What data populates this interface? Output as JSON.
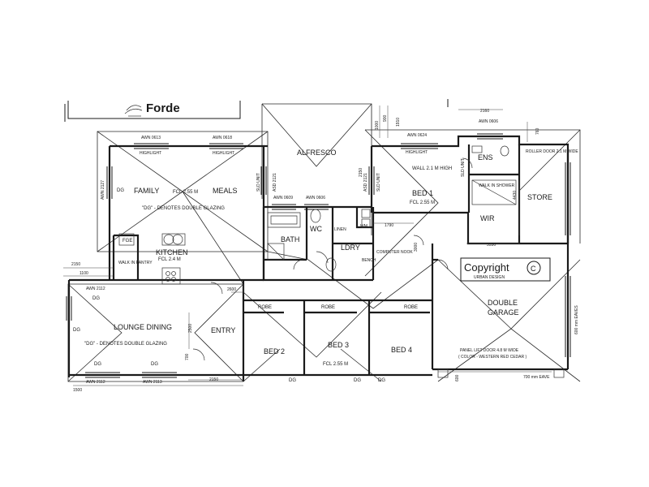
{
  "brand": {
    "name": "Forde"
  },
  "copyright": {
    "text": "Copyright",
    "symbol": "C",
    "studio": "URBAN DESIGN"
  },
  "rooms": {
    "alfresco": "ALFRESCO",
    "family": "FAMILY",
    "meals": "MEALS",
    "family_fcl": "FCL 2.55 M",
    "dg_note_top": "\"DG\" - DENOTES DOUBLE GLAZING",
    "kitchen": "KITCHEN",
    "kitchen_fcl": "FCL 2.4 M",
    "fge": "FGE",
    "walk_in_pantry": "WALK IN PANTRY",
    "bath": "BATH",
    "wc": "WC",
    "linen": "LINEN",
    "ldry": "LDRY",
    "wm": "WM",
    "bench": "BENCH",
    "computer_nook": "COMPUTER NOOK",
    "bed1": "BED 1",
    "bed1_fcl": "FCL 2.55 M",
    "bed1_wall": "WALL 2.1 M HIGH",
    "ens": "ENS",
    "walk_in_shower": "WALK IN SHOWER",
    "wir": "WIR",
    "store": "STORE",
    "roller_door": "ROLLER DOOR 2.1 M WIDE",
    "lounge_dining": "LOUNGE   DINING",
    "dg_note_bottom": "\"DG\" - DENOTES DOUBLE GLAZING",
    "entry": "ENTRY",
    "bed2": "BED 2",
    "bed3": "BED 3",
    "bed3_fcl": "FCL 2.55 M",
    "bed4": "BED 4",
    "robe1": "ROBE",
    "robe2": "ROBE",
    "robe3": "ROBE",
    "double": "DOUBLE",
    "garage": "GARAGE",
    "panel_lift": "PANEL LIFT DOOR 4.8 M WIDE",
    "cedar": "( COLOR - WESTERN RED CEDAR )",
    "eave_note": "700 mm EAVE",
    "eaves_side": "600 mm EAVES"
  },
  "labels": {
    "awn0613": "AWN 0613",
    "awn0618": "AWN 0618",
    "highlight1": "HIGHLIGHT",
    "highlight2": "HIGHLIGHT",
    "highlight3": "HIGHLIGHT",
    "awn0624": "AWN 0624",
    "awn0606": "AWN 0606",
    "awn2127": "AWN 2127",
    "sld_unit1": "SLD UNIT",
    "sld_unit2": "SLD UNIT",
    "sld_unit3": "SLD UNIT",
    "asd2121a": "ASD 2121",
    "asd2121b": "ASD 2121",
    "awn0609": "AWN 0609",
    "awn0606b": "AWN 0606",
    "awn2112a": "AWN 2112",
    "awn2112b": "AWN 2112",
    "awn2113": "AWN 2113",
    "dg": "DG"
  },
  "dims": {
    "d2150a": "2150",
    "d1100": "1100",
    "d2600": "2600",
    "d2500": "2500",
    "d700": "700",
    "d1500": "1500",
    "d2150b": "2150",
    "d1790": "1790",
    "d3530": "3530",
    "d4430": "4430",
    "d2160": "2160",
    "d760": "760",
    "d600": "600",
    "d1000": "1000",
    "d900": "900",
    "d1910": "1910",
    "d2150c": "2150",
    "d3000": "3000"
  }
}
